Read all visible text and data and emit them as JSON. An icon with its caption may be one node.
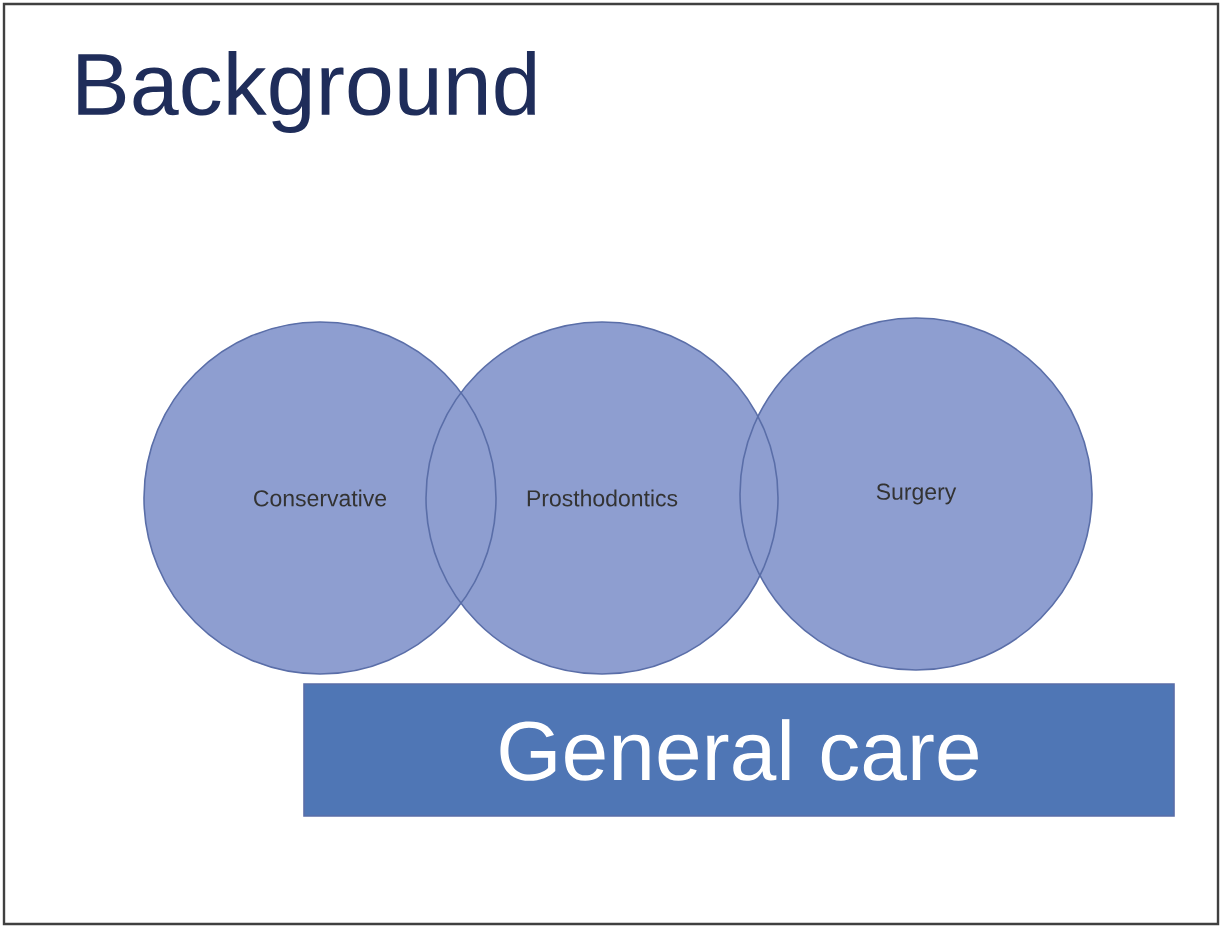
{
  "diagram": {
    "title": "Background",
    "nodes": [
      {
        "text": [
          "Conservative"
        ]
      },
      {
        "text": [
          "Prosthodontics"
        ]
      },
      {
        "text": [
          "Surgery"
        ]
      },
      {
        "text": [
          "General care"
        ]
      }
    ]
  }
}
